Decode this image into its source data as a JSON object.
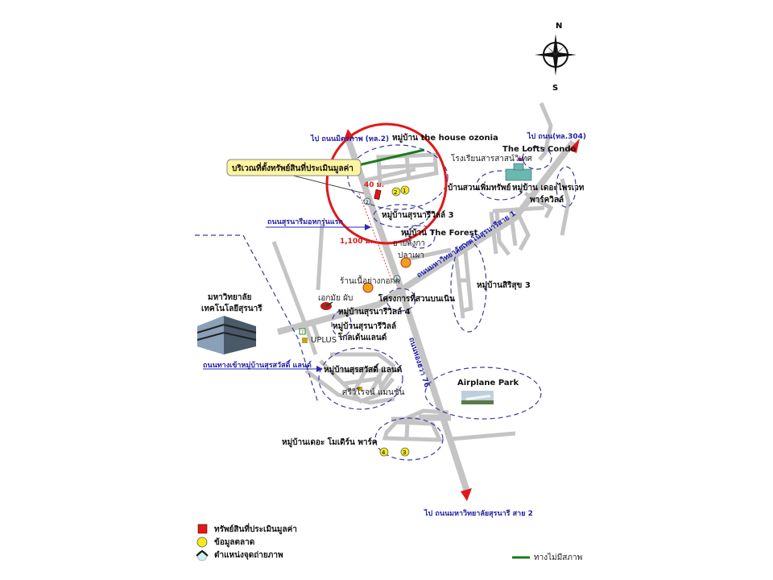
{
  "compass": {
    "north": "N",
    "south": "S"
  },
  "callout": {
    "label": "บริเวณที่ตั้งทรัพย์สินที่ประเมินมูลค่า"
  },
  "directions": {
    "north_top": "ไป ถนนมิตรภาพ (ทล.2)",
    "northeast": "ไป ถนน(ทล.304)",
    "south": "ไป ถนนมหาวิทยาลัยสุรนารี สาย 2"
  },
  "road_labels": {
    "suranaree_old": "ถนนสุรนารีมอหกรุ่นแรก",
    "suranaree_uni_road": "ถนนมหาวิทยาลัยเทคโนสุรนารีสาย 1",
    "wing_road": "ถนนทองฮวา 76",
    "suraswadi_entrance": "ถนนทางเข้าหมู่บ้านสุรสวัสดิ์ แลนด์"
  },
  "distances": {
    "d40": "40 ม.",
    "d1100": "1,100 ม."
  },
  "places": {
    "house_ozonia": "หมู่บ้าน the house ozonia",
    "school": "โรงเรียนสารสาสน์วิเทศ",
    "lofts": "The Lofts Condo",
    "suan_perm": "บ้านสวนเพิ่มทรัพย์",
    "private_park_1": "หมู่บ้าน เดอะไพรเวท",
    "private_park_2": "พาร์ควิลล์",
    "suranaree_ville_3": "หมู่บ้านสุรนารีวิลล์ 3",
    "the_forest": "หมู่บ้าน The Forest",
    "yai_lang": "ยายลังกา",
    "pla_pao": "ปลาเผา",
    "meat_shop": "ร้านเนื้อย่างกอกก",
    "ekkamai": "เอกมัย ผับ",
    "suan_bon_noen": "โครงการที่สวนบนเนิน",
    "siri_suk": "หมู่บ้านสิริสุข 3",
    "university_1": "มหาวิทยาลัย",
    "university_2": "เทคโนโลยีสุรนารี",
    "suranaree_ville_4": "หมู่บ้านสุรนารีวิลล์ 4",
    "suranaree_ville_golden_1": "หมู่บ้านสุรนารีวิลล์",
    "suranaree_ville_golden_2": "โกลเด้นแลนด์",
    "uplus": "UPLUS",
    "suraswadi": "หมู่บ้านสุรสวัสดิ์ แลนด์",
    "sriwirot": "ศรีวิโรจน์ แมนชั่น",
    "airplane_park": "Airplane Park",
    "modern_park": "หมู่บ้านเดอะ โมเดิร์น พาร์ค"
  },
  "markers": {
    "m1": "1",
    "m2": "2",
    "m3": "3",
    "m4": "4",
    "photo": "2",
    "photo1": "1",
    "seven": "7"
  },
  "legend": {
    "property": "ทรัพย์สินที่ประเมินมูลค่า",
    "market_data": "ข้อมูลตลาด",
    "photo_point": "ตำแหน่งจุดถ่ายภาพ",
    "no_road": "ทางไม่มีสภาพ"
  },
  "colors": {
    "radius_circle": "#e01818",
    "arrow": "#e01818",
    "road": "#c4c4c4",
    "dashed": "#3a3aa0",
    "direction_text": "#2222aa",
    "marker_yellow": "#f5ea1a",
    "unusable_road": "#1a7a1a",
    "callout_bg": "#fff5a0"
  }
}
